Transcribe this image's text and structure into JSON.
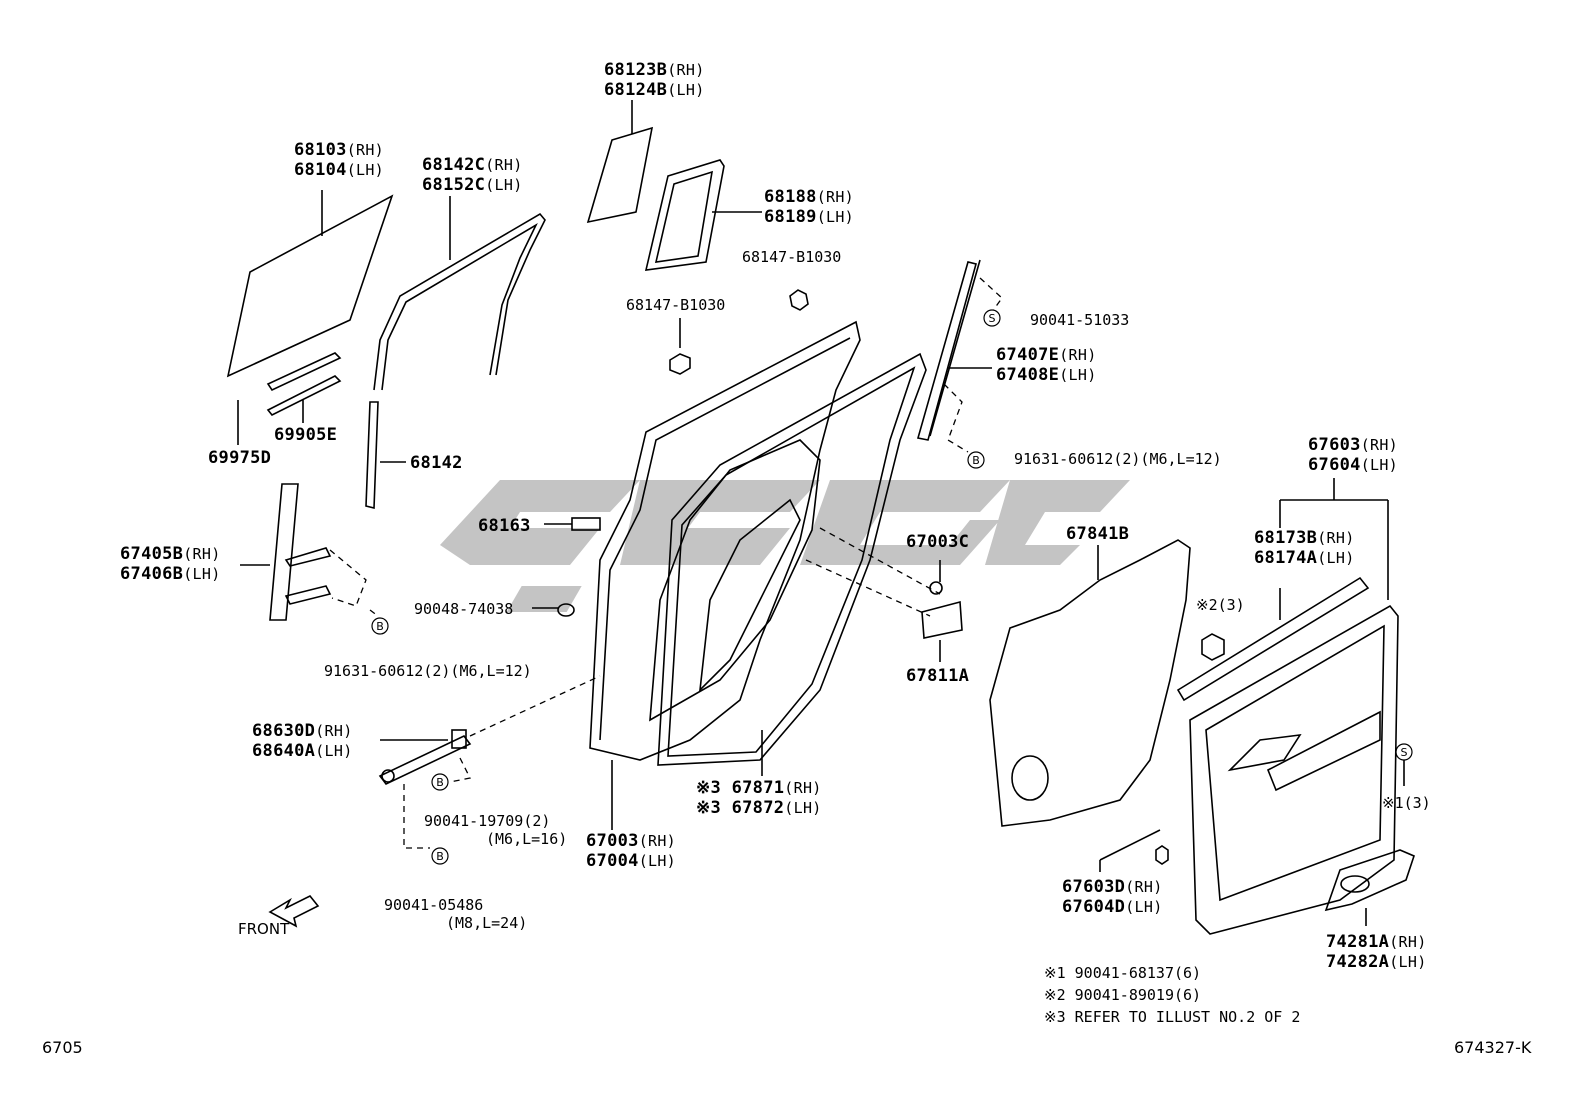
{
  "parts": [
    {
      "id": "p1",
      "l1": "68103",
      "s1": "(RH)",
      "l2": "68104",
      "s2": "(LH)"
    },
    {
      "id": "p2",
      "l1": "68142C",
      "s1": "(RH)",
      "l2": "68152C",
      "s2": "(LH)"
    },
    {
      "id": "p3",
      "l1": "68123B",
      "s1": "(RH)",
      "l2": "68124B",
      "s2": "(LH)"
    },
    {
      "id": "p4",
      "l1": "68188",
      "s1": "(RH)",
      "l2": "68189",
      "s2": "(LH)"
    },
    {
      "id": "p5",
      "l1": "68147-B1030"
    },
    {
      "id": "p6",
      "l1": "68147-B1030"
    },
    {
      "id": "p7",
      "l1": "69905E"
    },
    {
      "id": "p8",
      "l1": "69975D"
    },
    {
      "id": "p9",
      "l1": "68142"
    },
    {
      "id": "p10",
      "l1": "90041-51033"
    },
    {
      "id": "p11",
      "l1": "67407E",
      "s1": "(RH)",
      "l2": "67408E",
      "s2": "(LH)"
    },
    {
      "id": "p12",
      "l1": "91631-60612",
      "s1": "(2)(M6,L=12)"
    },
    {
      "id": "p13",
      "l1": "67603",
      "s1": "(RH)",
      "l2": "67604",
      "s2": "(LH)"
    },
    {
      "id": "p14",
      "l1": "68163"
    },
    {
      "id": "p15",
      "l1": "67405B",
      "s1": "(RH)",
      "l2": "67406B",
      "s2": "(LH)"
    },
    {
      "id": "p16",
      "l1": "67003C"
    },
    {
      "id": "p17",
      "l1": "67841B"
    },
    {
      "id": "p18",
      "l1": "68173B",
      "s1": "(RH)",
      "l2": "68174A",
      "s2": "(LH)"
    },
    {
      "id": "p19",
      "l1": "90048-74038"
    },
    {
      "id": "p20",
      "l1": "67811A"
    },
    {
      "id": "p21",
      "l1": "91631-60612",
      "s1": "(2)(M6,L=12)"
    },
    {
      "id": "p22",
      "l1": "68630D",
      "s1": "(RH)",
      "l2": "68640A",
      "s2": "(LH)"
    },
    {
      "id": "p23",
      "l1": "※3 67871",
      "s1": "(RH)",
      "l2": "※3 67872",
      "s2": "(LH)"
    },
    {
      "id": "p24",
      "l1": "90041-19709",
      "s1": "(2)",
      "l2": "(M6,L=16)"
    },
    {
      "id": "p25",
      "l1": "67003",
      "s1": "(RH)",
      "l2": "67004",
      "s2": "(LH)"
    },
    {
      "id": "p26",
      "l1": "67603D",
      "s1": "(RH)",
      "l2": "67604D",
      "s2": "(LH)"
    },
    {
      "id": "p27",
      "l1": "90041-05486",
      "l2": "(M8,L=24)"
    },
    {
      "id": "p28",
      "l1": "74281A",
      "s1": "(RH)",
      "l2": "74282A",
      "s2": "(LH)"
    }
  ],
  "marks": {
    "s": "S",
    "b": "B",
    "x2": "※2(3)",
    "x1": "※1(3)"
  },
  "front_label": "FRONT",
  "notes": [
    "※1 90041-68137(6)",
    "※2 90041-89019(6)",
    "※3 REFER TO ILLUST NO.2 OF 2"
  ],
  "page_code": "6705",
  "illust_code": "674327-K"
}
